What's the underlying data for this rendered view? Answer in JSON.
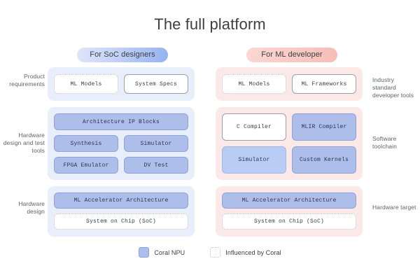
{
  "page": {
    "title": "The full platform"
  },
  "columns": {
    "left_pill": "For SoC designers",
    "right_pill": "For ML developer"
  },
  "rows": [
    {
      "id": "product-requirements",
      "left_label": "Product requirements",
      "right_label": "Industry standard developer tools",
      "left_blocks": [
        {
          "label": "ML Models",
          "style": "dotted"
        },
        {
          "label": "System Specs",
          "style": "solid"
        }
      ],
      "right_blocks": [
        {
          "label": "ML Models",
          "style": "dotted"
        },
        {
          "label": "ML Frameworks",
          "style": "solid"
        }
      ]
    },
    {
      "id": "hardware-design-and-test-tools",
      "left_label": "Hardware design and test tools",
      "right_label": "Software toolchain",
      "left_blocks": [
        {
          "label": "Architecture IP Blocks",
          "style": "npu"
        },
        {
          "label": "Synthesis",
          "style": "npu"
        },
        {
          "label": "Simulator",
          "style": "npu"
        },
        {
          "label": "FPGA Emulator",
          "style": "npu"
        },
        {
          "label": "DV Test",
          "style": "npu"
        }
      ],
      "right_blocks": [
        {
          "label": "C Compiler",
          "style": "solid"
        },
        {
          "label": "MLIR Compiler",
          "style": "npu"
        },
        {
          "label": "Simulator",
          "style": "npu-light"
        },
        {
          "label": "Custom Kernels",
          "style": "npu"
        }
      ]
    },
    {
      "id": "hardware-design",
      "left_label": "Hardware design",
      "right_label": "Hardware target",
      "left_blocks": [
        {
          "label": "ML Accelerator Architecture",
          "style": "npu"
        },
        {
          "label": "System on Chip (SoC)",
          "style": "dotted"
        }
      ],
      "right_blocks": [
        {
          "label": "ML Accelerator Architecture",
          "style": "npu"
        },
        {
          "label": "System on Chip (SoC)",
          "style": "dotted"
        }
      ]
    }
  ],
  "legend": [
    {
      "label": "Coral NPU",
      "swatch": "npu"
    },
    {
      "label": "Influenced by Coral",
      "swatch": "dotted"
    }
  ],
  "colors": {
    "npu_fill": "#aebeea",
    "npu_border": "#8fa2dd",
    "npu_light_fill": "#b9cdf4",
    "left_panel_bg": "#e9eefb",
    "right_panel_bg": "#fbe9e7",
    "soc_pill": "#94b2f0",
    "ml_pill": "#f7bdb6",
    "text": "#3c4043",
    "muted_text": "#5f6368"
  }
}
